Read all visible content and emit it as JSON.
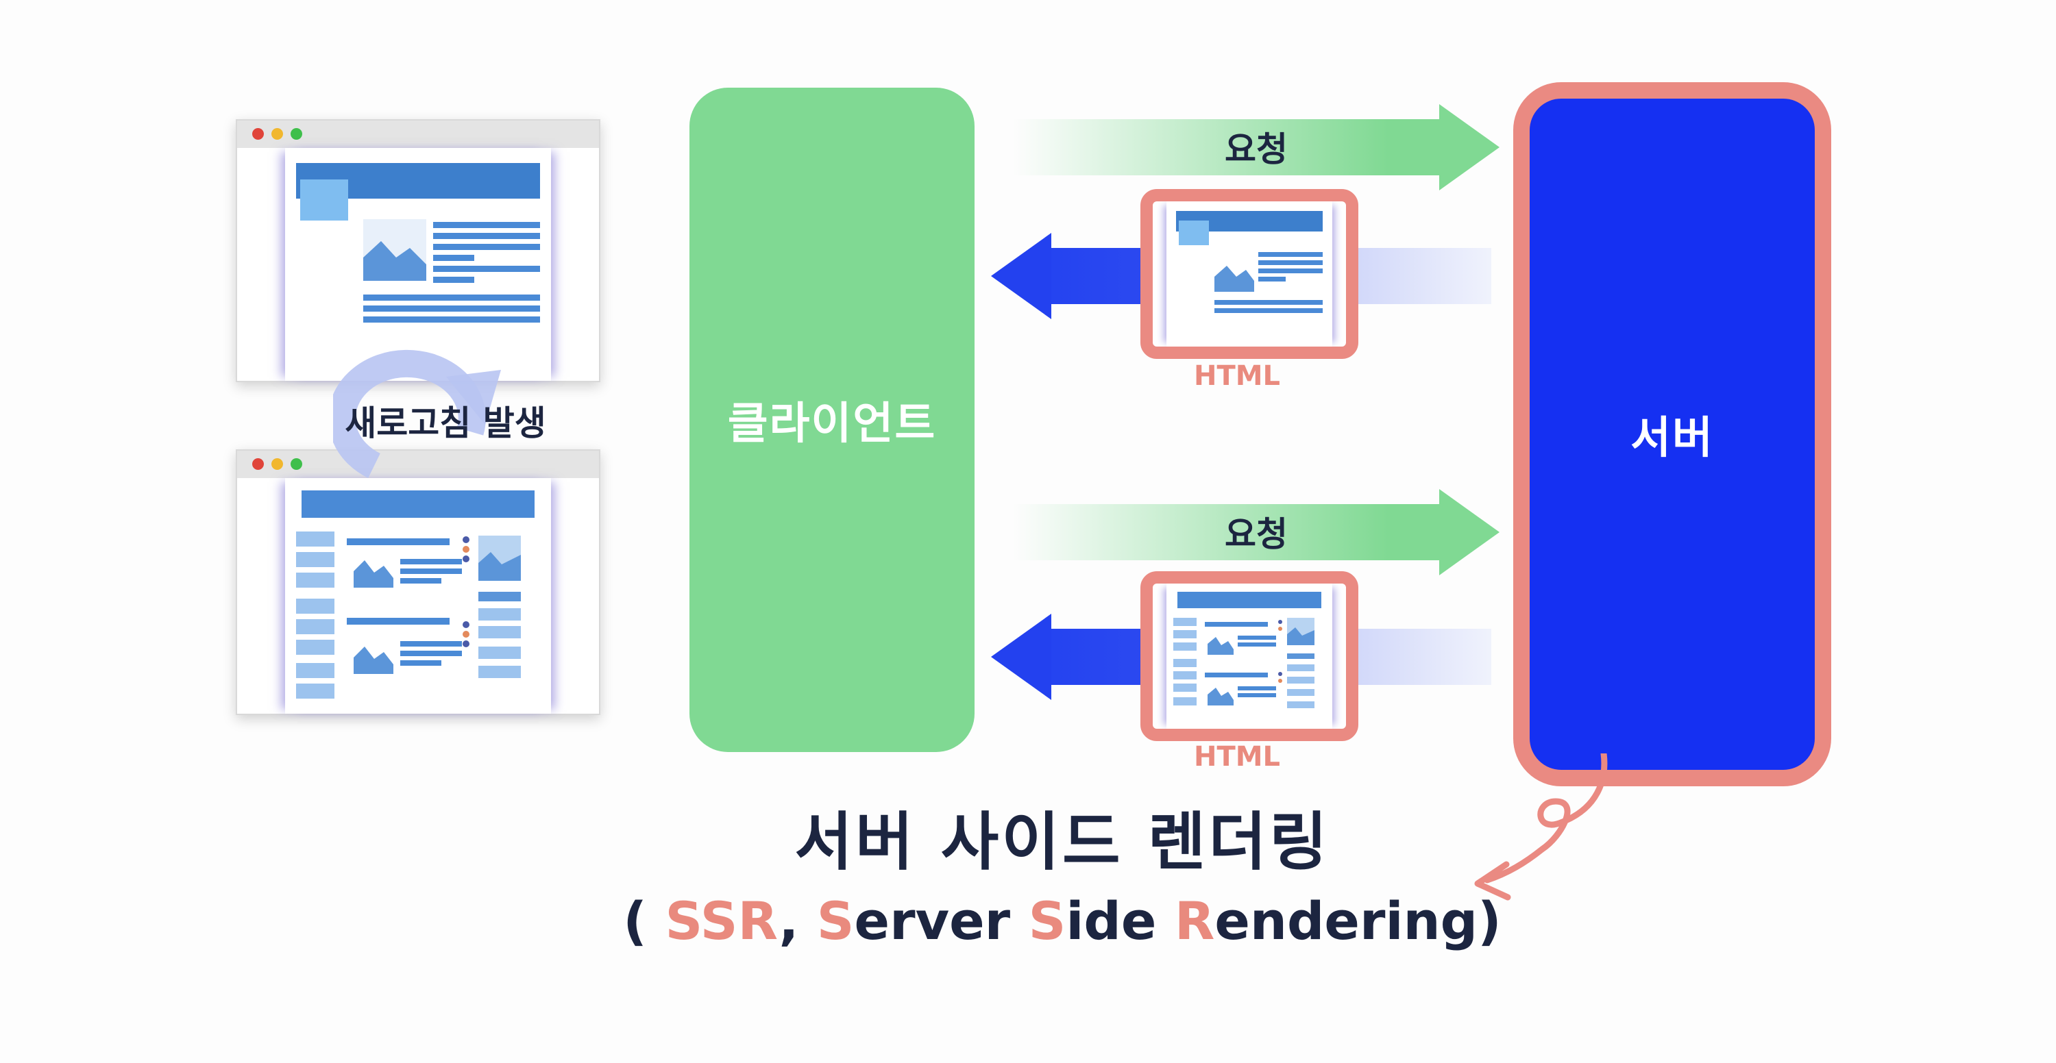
{
  "client": {
    "label": "클라이언트"
  },
  "server": {
    "label": "서버"
  },
  "exchanges": [
    {
      "request_label": "요청",
      "response_label": "HTML"
    },
    {
      "request_label": "요청",
      "response_label": "HTML"
    }
  ],
  "refresh": {
    "label": "새로고침 발생"
  },
  "title": "서버 사이드 렌더링",
  "subtitle": {
    "open": "( ",
    "abbr": "SSR",
    "sep": ", ",
    "w1_initial": "S",
    "w1_rest": "erver ",
    "w2_initial": "S",
    "w2_rest": "ide ",
    "w3_initial": "R",
    "w3_rest": "endering",
    "close": ")"
  },
  "colors": {
    "client": "#80d993",
    "server": "#1530f2",
    "server_border": "#ea8a82",
    "response_arrow": "#2341ef",
    "highlight": "#e98a7e",
    "text": "#1c2540"
  }
}
